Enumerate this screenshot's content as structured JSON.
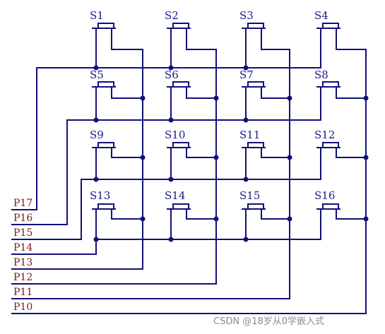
{
  "switch_labels": [
    "S1",
    "S2",
    "S3",
    "S4",
    "S5",
    "S6",
    "S7",
    "S8",
    "S9",
    "S10",
    "S11",
    "S12",
    "S13",
    "S14",
    "S15",
    "S16"
  ],
  "pin_labels": [
    "P17",
    "P16",
    "P15",
    "P14",
    "P13",
    "P12",
    "P11",
    "P10"
  ],
  "watermark": "CSDN @18岁从0学嵌入式",
  "colors": {
    "wire": "#10107a",
    "switch_label": "#1a1a8c",
    "pin_label": "#7a1a1a",
    "background": "#ffffff"
  }
}
